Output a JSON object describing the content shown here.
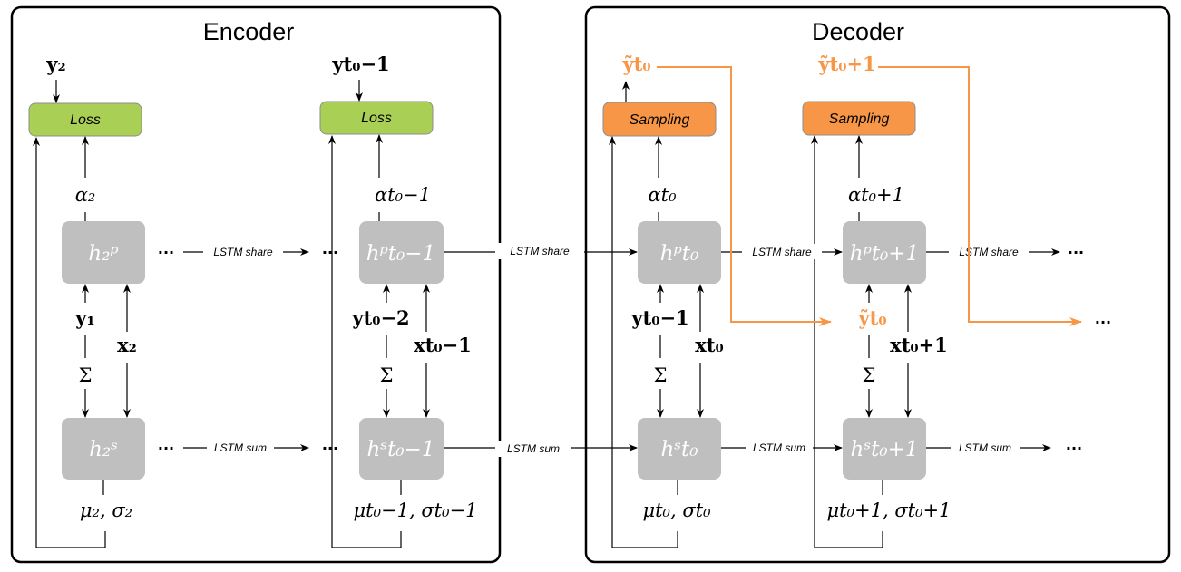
{
  "panels": {
    "encoder_title": "Encoder",
    "decoder_title": "Decoder"
  },
  "boxes": {
    "loss_label": "Loss",
    "sampling_label": "Sampling"
  },
  "edges": {
    "lstm_share": "LSTM share",
    "lstm_sum": "LSTM sum"
  },
  "hidden": {
    "h_p_2": "h₂ᵖ",
    "h_s_2": "h₂ˢ",
    "h_p_t0m1": "hᵖt₀−1",
    "h_s_t0m1": "hˢt₀−1",
    "h_p_t0": "hᵖt₀",
    "h_s_t0": "hˢt₀",
    "h_p_t0p1": "hᵖt₀+1",
    "h_s_t0p1": "hˢt₀+1"
  },
  "math": {
    "y_2": "y₂",
    "y_t0m1": "yt₀−1",
    "ytilde_t0": "ỹt₀",
    "ytilde_t0p1": "ỹt₀+1",
    "alpha_2": "α₂",
    "alpha_t0m1": "αt₀−1",
    "alpha_t0": "αt₀",
    "alpha_t0p1": "αt₀+1",
    "y_1": "y₁",
    "x_2": "x₂",
    "y_t0m2": "yt₀−2",
    "x_t0m1": "xt₀−1",
    "y_t0m1_in": "yt₀−1",
    "x_t0": "xt₀",
    "ytilde_t0_in": "ỹt₀",
    "x_t0p1": "xt₀+1",
    "sum": "Σ",
    "mu_sigma_2": "μ₂, σ₂",
    "mu_sigma_t0m1": "μt₀−1, σt₀−1",
    "mu_sigma_t0": "μt₀, σt₀",
    "mu_sigma_t0p1": "μt₀+1, σt₀+1",
    "dots": "···"
  },
  "colors": {
    "loss_fill": "#a9cf54",
    "sampling_fill": "#f79646",
    "hidden_fill": "#bfbfbf",
    "sample_arrow": "#f79646",
    "frame": "#000000"
  }
}
